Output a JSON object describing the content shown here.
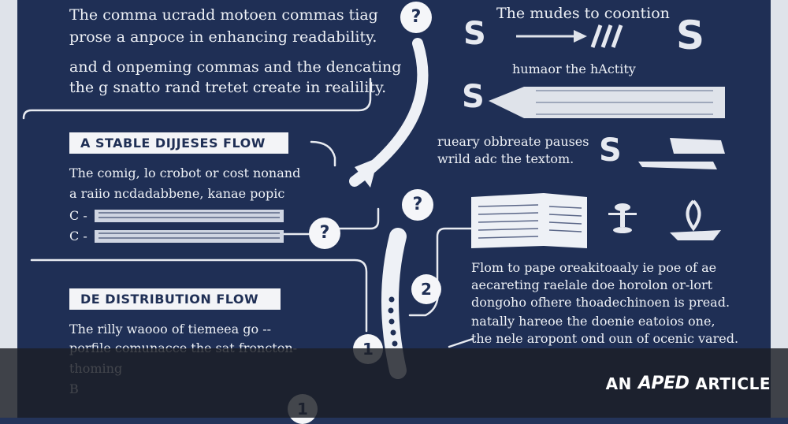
{
  "top_left_text": {
    "line1": "The comma ucradd motoen commas tiag",
    "line2": "prose a anpoce in enhancing readability.",
    "line3": "and d onpeming commas and the dencating",
    "line4": "the g snatto rand tretet create in realility."
  },
  "top_right": {
    "caption": "The mudes to coontion",
    "sub": "humaor the hActity",
    "note_line1": "rueary obbreate pauses",
    "note_line2": "wrild adc the textom."
  },
  "section1": {
    "banner": "A STABLE DIJJESES FLOW",
    "line1": "The comig, lo crobot or cost nonand",
    "line2": "a raiio ncdadabbene, kanae popic",
    "bullet1": "C -",
    "bullet2": "C -"
  },
  "section2": {
    "banner": "DE DISTRIBUTION FLOW",
    "line1": "The rilly waooo of tiemeea go --",
    "line2": "porfile comunacce the sat froncton-",
    "line3": "thoming",
    "line4": "B"
  },
  "right_block": {
    "line1": "Flom to pape oreakitoaaly ie poe of ae",
    "line2": "aecareting raelale doe horolon or-lort",
    "line3": "dongoho ofhere thoadechinoen is pread.",
    "line4": "natally hareoe the doenie eatoios one,",
    "line5": "the nele aropont ond oun of ocenic vared."
  },
  "markers": {
    "q1": "?",
    "q2": "?",
    "q3": "?",
    "n1": "2",
    "n2": "1",
    "n3": "1",
    "dollar1": "S",
    "dollar2": "S",
    "dollar3": "S",
    "dollar4": "S"
  },
  "branding": {
    "prefix": "AN",
    "logo": "APED",
    "suffix": "ARTICLE"
  }
}
